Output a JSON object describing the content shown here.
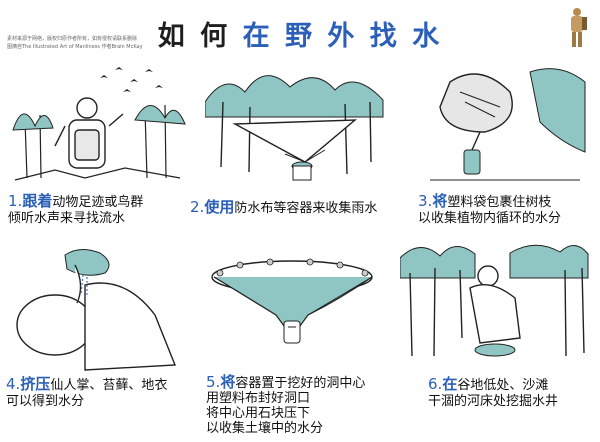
{
  "title": {
    "part1": "如 何 ",
    "part2": "在 野 外 找 水"
  },
  "notes": {
    "line1": "素材来源于网络，版权归原作者所有，如有侵权请联系删除",
    "line2": "图摘自The Illustrated Art of Manliness  作者Brain McKay"
  },
  "steps": [
    {
      "num": "1.",
      "key": "跟着",
      "line1_rest": "动物足迹或鸟群",
      "line2": "倾听水声来寻找流水"
    },
    {
      "num": "2.",
      "key": "使用",
      "line1_rest": "防水布等容器来收集雨水"
    },
    {
      "num": "3.",
      "key": "将",
      "line1_rest": "塑料袋包裹住树枝",
      "line2": "以收集植物内循环的水分"
    },
    {
      "num": "4.",
      "key": "挤压",
      "line1_rest": "仙人掌、苔藓、地衣",
      "line2": "可以得到水分"
    },
    {
      "num": "5.",
      "key": "将",
      "line1_rest": "容器置于挖好的洞中心",
      "line2": "用塑料布封好洞口",
      "line3": "将中心用石块压下",
      "line4": "以收集土壤中的水分"
    },
    {
      "num": "6.",
      "key": "在",
      "line1_rest": "谷地低处、沙滩",
      "line2": "干涸的河床处挖掘水井"
    }
  ],
  "colors": {
    "accent": "#2b5fb8",
    "sketch_fill": "#8fc6c4"
  }
}
